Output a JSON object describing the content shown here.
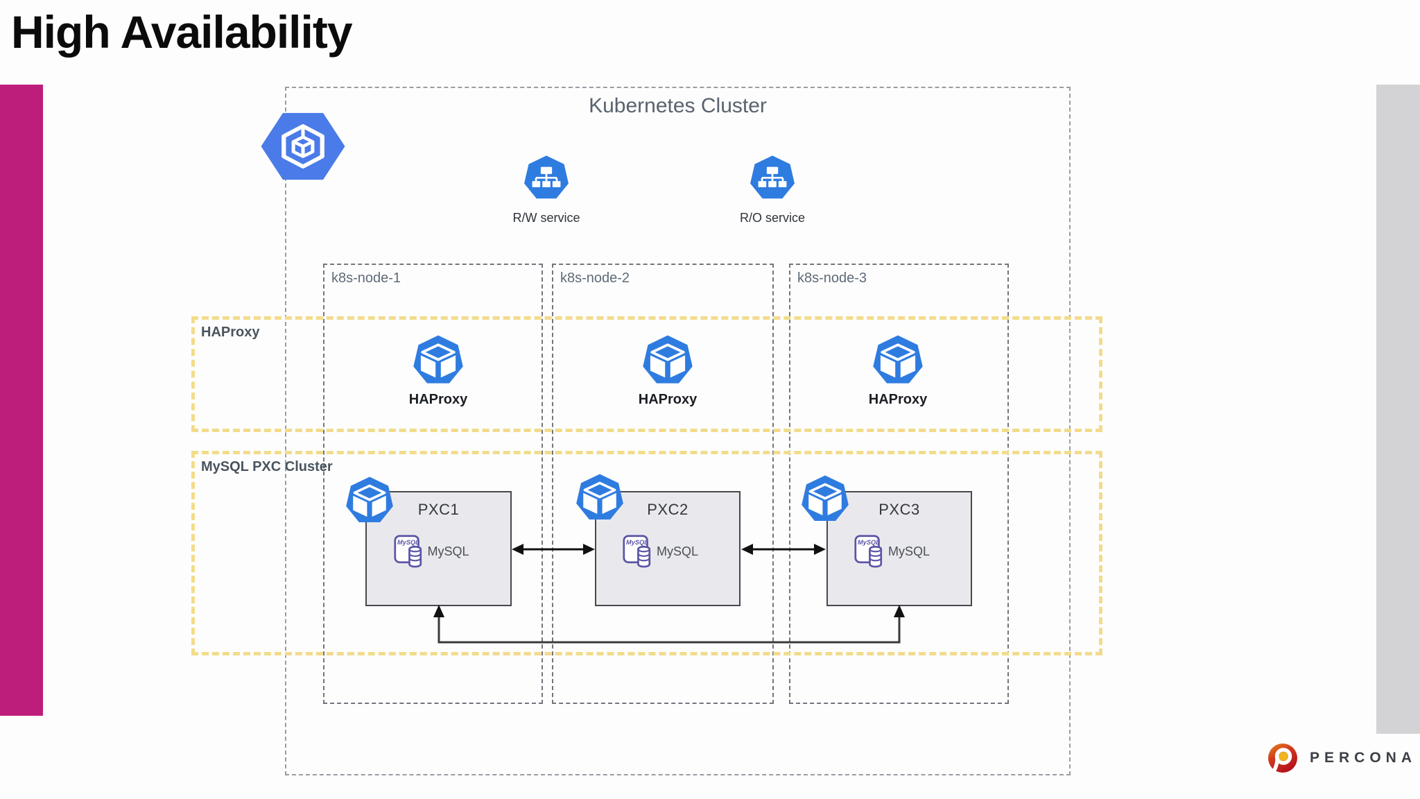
{
  "slide": {
    "title": "High Availability"
  },
  "cluster": {
    "title": "Kubernetes Cluster",
    "services": [
      {
        "label": "R/W service"
      },
      {
        "label": "R/O service"
      }
    ],
    "nodes": [
      {
        "label": "k8s-node-1"
      },
      {
        "label": "k8s-node-2"
      },
      {
        "label": "k8s-node-3"
      }
    ]
  },
  "tiers": {
    "haproxy": {
      "label": "HAProxy",
      "pods": [
        {
          "label": "HAProxy"
        },
        {
          "label": "HAProxy"
        },
        {
          "label": "HAProxy"
        }
      ]
    },
    "pxc": {
      "label": "MySQL PXC Cluster",
      "pods": [
        {
          "label": "PXC1",
          "logo_text": "MySQL",
          "engine_label": "MySQL"
        },
        {
          "label": "PXC2",
          "logo_text": "MySQL",
          "engine_label": "MySQL"
        },
        {
          "label": "PXC3",
          "logo_text": "MySQL",
          "engine_label": "MySQL"
        }
      ]
    }
  },
  "branding": {
    "logo_text": "PERCONA"
  },
  "colors": {
    "accent_bar": "#BE1E7B",
    "right_bar": "#D3D3D5",
    "tier_dash_yellow": "#F2DC8C",
    "k8s_icon_blue": "#2F7CE0",
    "gke_hexagon_blue": "#4A7BE8",
    "mysql_purple": "#5B55A5",
    "pxc_box_fill": "#E9E9ED"
  }
}
